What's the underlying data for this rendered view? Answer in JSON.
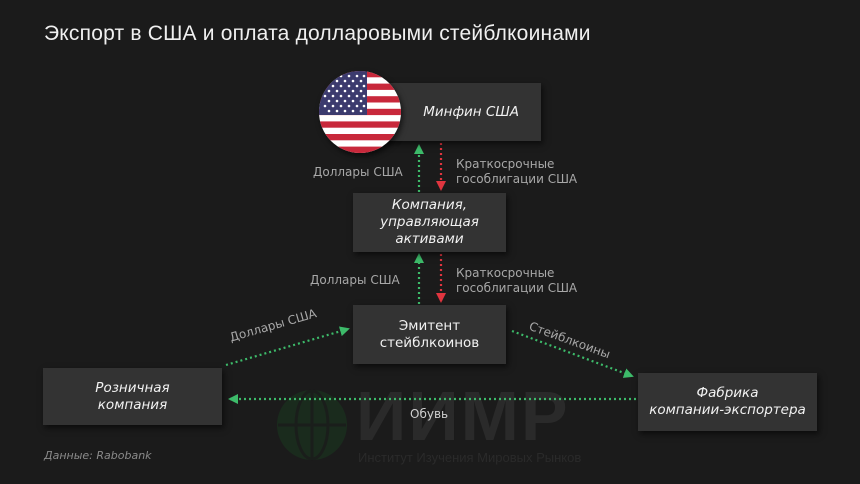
{
  "title": "Экспорт в США и оплата долларовыми стейблкоинами",
  "nodes": {
    "treasury": "Минфин США",
    "asset_manager": "Компания,\nуправляющая\nактивами",
    "issuer": "Эмитент\nстейблкоинов",
    "retailer": "Розничная\nкомпания",
    "factory": "Фабрика\nкомпании-экспортера"
  },
  "flows": {
    "dollars_1": "Доллары США",
    "bonds_1": "Краткосрочные\nгособлигации США",
    "dollars_2": "Доллары США",
    "bonds_2": "Краткосрочные\nгособлигации США",
    "dollars_retail": "Доллары США",
    "stablecoins": "Стейблкоины",
    "shoes": "Обувь"
  },
  "colors": {
    "background": "#1b1b1b",
    "box": "#333333",
    "green_arrow": "#3dbb6a",
    "red_arrow": "#e0353f"
  },
  "icons": {
    "flag": "us-flag-icon",
    "watermark": "globe-icon"
  },
  "watermark": {
    "name": "ИИМР",
    "subtitle": "Институт Изучения Мировых Рынков"
  },
  "source": "Данные: Rabobank"
}
